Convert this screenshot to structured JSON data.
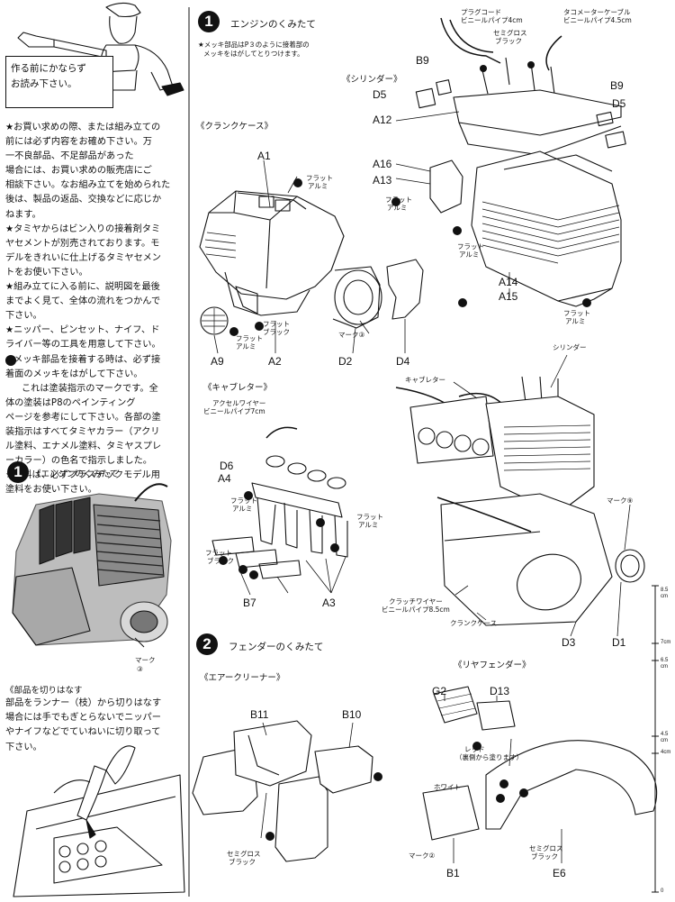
{
  "warning": {
    "line1": "作る前にかならず",
    "line2": "お読み下さい。"
  },
  "notes": [
    "★お買い求めの際、または組み立ての",
    "前には必ず内容をお確め下さい。万",
    "一不良部品、不足部品があった",
    "場合には、お買い求めの販売店にご",
    "相談下さい。なお組み立てを始められた",
    "後は、製品の返品、交換などに応じか",
    "ねます。",
    "★タミヤからはビン入りの接着剤タミ",
    "ヤセメントが別売されております。モ",
    "デルをきれいに仕上げるタミヤセメン",
    "トをお使い下さい。",
    "★組み立てに入る前に、説明図を最後",
    "までよく見て、全体の流れをつかんで",
    "下さい。",
    "★ニッパー、ピンセット、ナイフ、ド",
    "ライバー等の工具を用意して下さい。",
    "★メッキ部品を接着する時は、必ず接",
    "着面のメッキをはがして下さい。"
  ],
  "paint_note": [
    "これは塗装指示のマークです。全",
    "体の塗装はP8のペインティング",
    "ページを参考にして下さい。各部の塗",
    "装指示はすべてタミヤカラー（アクリ",
    "ル塗料、エナメル塗料、タミヤスプレ",
    "ーカラー）の色名で指示しました。"
  ],
  "paint_note2": [
    "★塗料は、必ずプラスチックモデル用",
    "塗料をお使い下さい。"
  ],
  "left_step": {
    "num": "1",
    "title": "《エンジンのくみたて"
  },
  "photo_mark": {
    "l1": "マーク",
    "l2": "③"
  },
  "cut": {
    "title": "《部品を切りはなす",
    "lines": [
      "部品をランナー（枝）から切りはなす",
      "場合には手でもぎとらないでニッパー",
      "やナイフなどでていねいに切り取って",
      "下さい。"
    ]
  },
  "step1": {
    "num": "1",
    "title": "エンジンのくみたて",
    "note1": "★メッキ部品はP３のように接着部の",
    "note2": "メッキをはがしてとりつけます。"
  },
  "step2": {
    "num": "2",
    "title": "フェンダーのくみたて"
  },
  "sections": {
    "cylinder": "《シリンダー》",
    "crankcase": "《クランクケース》",
    "carb": "《キャブレター》",
    "aircleaner": "《エアークリーナー》",
    "rearfender": "《リヤフェンダー》"
  },
  "callouts": {
    "plug_cord": [
      "プラグコード",
      "ビニールパイプ4cm"
    ],
    "tacho": [
      "タコメーターケーブル",
      "ビニールパイプ4.5cm"
    ],
    "semigloss": [
      "セミグロス",
      "ブラック"
    ],
    "flat_alu": [
      "フラット",
      "アルミ"
    ],
    "flat_black": [
      "フラット",
      "ブラック"
    ],
    "accel": [
      "アクセルワイヤー",
      "ビニールパイプ7cm"
    ],
    "clutch": [
      "クラッチワイヤー",
      "ビニールパイプ8.5cm"
    ],
    "crankcase_lbl": "クランクケース",
    "cylinder_lbl": "シリンダー",
    "carb_lbl": "キャブレター",
    "mark3": "マーク③",
    "mark9": "マーク⑨",
    "mark2": "マーク②",
    "red": [
      "レッド",
      "（裏側から塗ります）"
    ],
    "white": "ホワイト"
  },
  "parts": {
    "B9a": "B9",
    "B9b": "B9",
    "D5a": "D5",
    "D5b": "D5",
    "A12": "A12",
    "A16": "A16",
    "A13": "A13",
    "A14": "A14",
    "A15": "A15",
    "A1": "A1",
    "A9": "A9",
    "A2": "A2",
    "D2": "D2",
    "D4": "D4",
    "D6": "D6",
    "A4": "A4",
    "B7": "B7",
    "A3": "A3",
    "D3": "D3",
    "D1": "D1",
    "B11": "B11",
    "B10": "B10",
    "G2": "G2",
    "D13": "D13",
    "B1": "B1",
    "E6": "E6"
  },
  "ruler": {
    "t85": "8.5",
    "tcm1": "cm",
    "t7": "7cm",
    "t65": "6.5",
    "tcm2": "cm",
    "t45": "4.5",
    "tcm3": "cm",
    "t4": "4cm",
    "t0": "0"
  }
}
